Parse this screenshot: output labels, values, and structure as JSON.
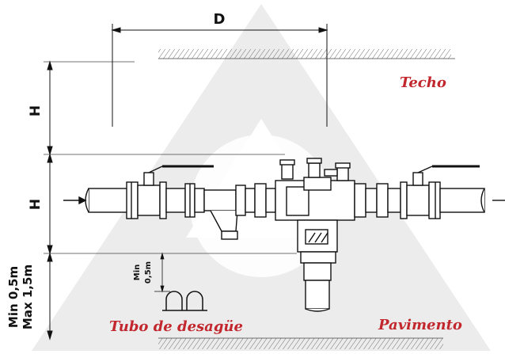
{
  "dimensions": {
    "d": "D",
    "h_top": "H",
    "h_mid": "H",
    "min_max_line1": "Min 0,5m",
    "min_max_line2": "Max 1,5m",
    "min_small_line1": "Min",
    "min_small_line2": "0,5m"
  },
  "labels": {
    "techo": "Techo",
    "pavimento": "Pavimento",
    "tubo": "Tubo de desagüe"
  },
  "colors": {
    "label": "#c1272d",
    "watermark": "#e9e9e9",
    "line": "#111111"
  }
}
